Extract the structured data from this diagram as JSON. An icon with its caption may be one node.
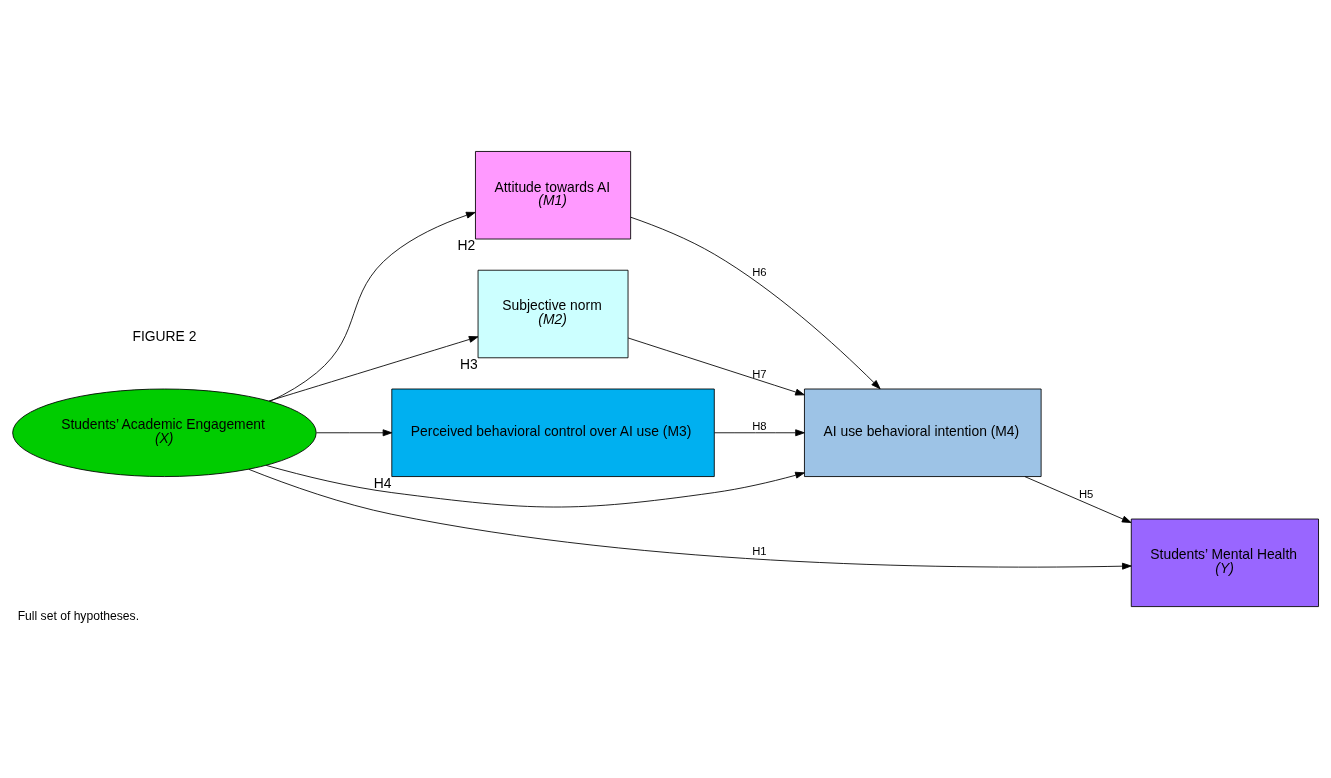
{
  "diagram": {
    "caption": "Full set of hypotheses.",
    "nodes": [
      {
        "text": [
          "Students’ Academic Engagement",
          "(X)"
        ]
      },
      {
        "text": [
          "Attitude towards AI",
          "(M1)"
        ],
        "beside": [
          "H2"
        ]
      },
      {
        "text": [
          "Subjective norm",
          "(M2)"
        ],
        "beside": [
          "H3"
        ]
      },
      {
        "text": [
          "Perceived behavioral control over AI use (M3)"
        ],
        "beside": [
          "H4"
        ]
      },
      {
        "text": [
          "AI use behavioral intention (M4)"
        ]
      },
      {
        "text": [
          "Students’ Mental Health",
          "(Y)"
        ]
      }
    ],
    "edges": [
      {
        "from": 0,
        "to": 1,
        "arrow": "to"
      },
      {
        "from": 0,
        "to": 2,
        "arrow": "to"
      },
      {
        "from": 0,
        "to": 4,
        "arrow": "to"
      },
      {
        "from": 0,
        "to": 3,
        "arrow": "to"
      },
      {
        "from": 0,
        "to": 5,
        "arrow": "to",
        "label": "H1"
      },
      {
        "from": 1,
        "to": 4,
        "arrow": "to",
        "label": "H6"
      },
      {
        "from": 2,
        "to": 4,
        "arrow": "to",
        "label": "H7"
      },
      {
        "from": 3,
        "to": 4,
        "arrow": "to",
        "label": "H8"
      },
      {
        "from": 4,
        "to": 5,
        "arrow": "to",
        "label": "H5"
      }
    ],
    "labels": [
      "FIGURE 2"
    ]
  }
}
